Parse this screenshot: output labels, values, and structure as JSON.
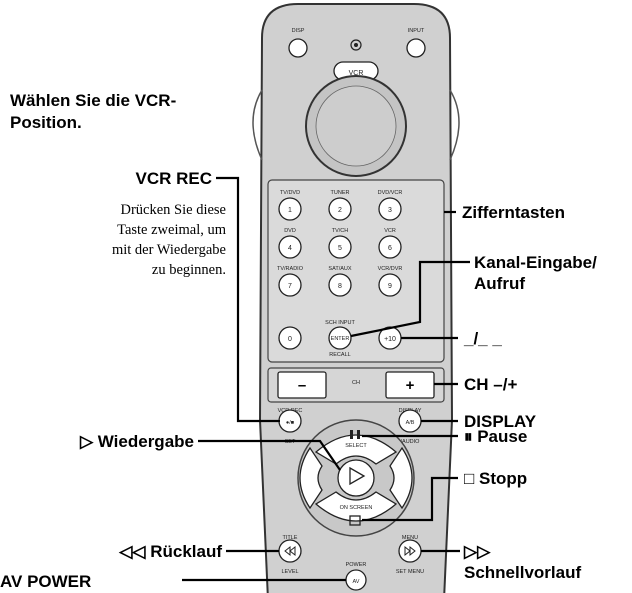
{
  "labels": {
    "vcr_position_1": "Wählen Sie die VCR-",
    "vcr_position_2": "Position.",
    "vcr_rec": "VCR REC",
    "vcr_rec_note_1": "Drücken Sie diese",
    "vcr_rec_note_2": "Taste zweimal, um",
    "vcr_rec_note_3": "mit der Wiedergabe",
    "vcr_rec_note_4": "zu beginnen.",
    "play": "▷ Wiedergabe",
    "rewind": "◁◁ Rücklauf",
    "av_power": "AV POWER",
    "number_keys": "Zifferntasten",
    "channel_input_1": "Kanal-Eingabe/",
    "channel_input_2": "Aufruf",
    "dash_key": "_/_ _",
    "ch_minus_plus": "CH –/+",
    "display": "DISPLAY",
    "pause": "⏸ Pause",
    "stop": "□ Stopp",
    "ffwd_symbol": "▷▷",
    "ffwd": "Schnellvorlauf"
  },
  "remote": {
    "vcr_button": "VCR",
    "disp": "DISP",
    "input": "INPUT",
    "digits": [
      "1",
      "2",
      "3",
      "4",
      "5",
      "6",
      "7",
      "8",
      "9",
      "0"
    ],
    "enter": "ENTER",
    "plus10": "+10",
    "ch_minus": "–",
    "ch_plus": "+",
    "rec_symbol": "●/■",
    "ab_button": "A/B",
    "power_label": "POWER",
    "power_button": "AV",
    "digit_captions": [
      "TV/DVD",
      "TUNER",
      "DVD/VCR",
      "DVD",
      "TV/CH",
      "VCR",
      "TV/RADIO",
      "SAT/AUX",
      "VCR/DVR"
    ],
    "misc_text": {
      "ch_input": "SCH INPUT",
      "recall": "RECALL",
      "ch_label": "CH",
      "set": "SET",
      "display_small": "DISPLAY",
      "audio": "/AUDIO",
      "on_screen": "ON SCREEN",
      "title": "TITLE",
      "menu": "MENU",
      "level": "LEVEL",
      "set_menu": "SET MENU",
      "select": "SELECT",
      "vcr_rec_small": "VCR REC"
    }
  }
}
